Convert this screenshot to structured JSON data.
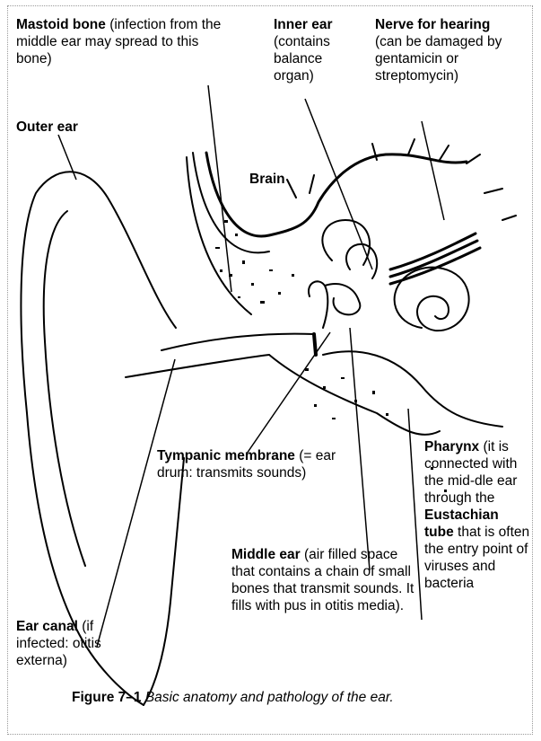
{
  "labels": {
    "mastoid": {
      "bold": "Mastoid bone",
      "rest": " (infection from the middle ear may spread to this bone)"
    },
    "inner_ear": {
      "bold": "Inner ear",
      "rest": " (contains balance organ)"
    },
    "nerve": {
      "bold": "Nerve for hearing",
      "rest": " (can be damaged by gentamicin or streptomycin)"
    },
    "outer_ear": {
      "bold": "Outer ear",
      "rest": ""
    },
    "brain": {
      "bold": "Brain",
      "rest": ""
    },
    "tympanic": {
      "bold": "Tympanic membrane",
      "rest": " (= ear drum: transmits sounds)"
    },
    "pharynx": {
      "bold": "Pharynx",
      "rest": " (it is connected with the mid-dle ear through the "
    },
    "eustachian": {
      "bold": "Eustachian tube",
      "rest": " that is often the entry point of viruses and bacteria"
    },
    "middle_ear": {
      "bold": "Middle ear",
      "rest": " (air filled space that contains a chain of small bones that transmit sounds. It fills with pus in otitis media)."
    },
    "ear_canal": {
      "bold": "Ear canal",
      "rest": " (if infected: otitis externa)"
    }
  },
  "caption": {
    "bold": "Figure 7–1",
    "italic": " Basic anatomy and pathology of the ear."
  }
}
